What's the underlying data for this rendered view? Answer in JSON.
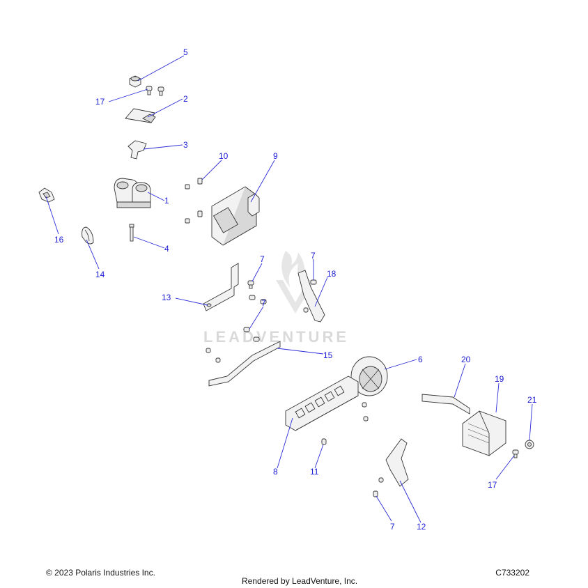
{
  "watermark": {
    "text": "LEADVENTURE"
  },
  "callouts": {
    "c1": "1",
    "c2": "2",
    "c3": "3",
    "c4": "4",
    "c5": "5",
    "c6": "6",
    "c7a": "7",
    "c7b": "7",
    "c7c": "7",
    "c7d": "7",
    "c8": "8",
    "c9": "9",
    "c10": "10",
    "c11": "11",
    "c12": "12",
    "c13": "13",
    "c14": "14",
    "c15": "15",
    "c16": "16",
    "c17a": "17",
    "c17b": "17",
    "c18": "18",
    "c19": "19",
    "c20": "20",
    "c21": "21"
  },
  "footer": {
    "copyright": "© 2023 Polaris Industries Inc.",
    "rendered_by": "Rendered by LeadVenture, Inc.",
    "figure_code": "C733202"
  },
  "colors": {
    "callout": "#1a1ad6",
    "leader": "#2b2bd9",
    "line_art": "#333333",
    "watermark": "#d9d9d9"
  }
}
